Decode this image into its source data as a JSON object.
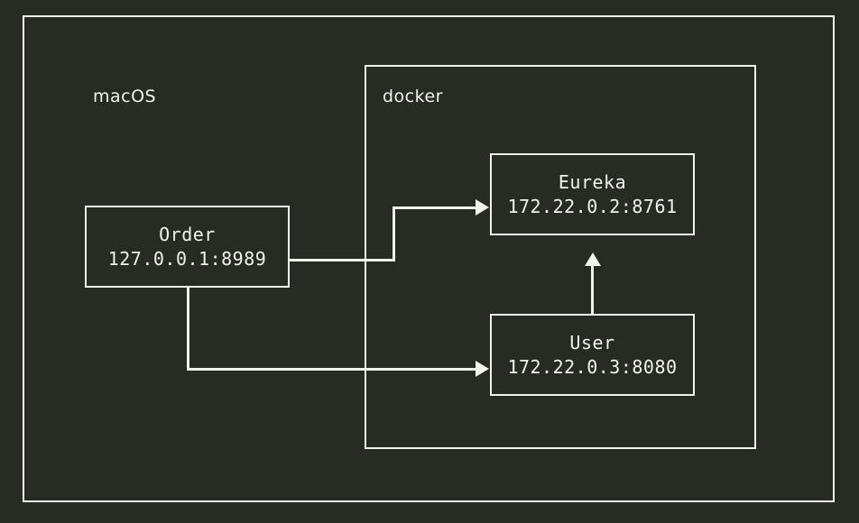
{
  "diagram": {
    "background_color": "#282a24",
    "line_color": "#f2f2ec",
    "containers": [
      {
        "id": "macos",
        "label": "macOS"
      },
      {
        "id": "docker",
        "label": "docker"
      }
    ],
    "nodes": [
      {
        "id": "order",
        "name": "Order",
        "address": "127.0.0.1:8989"
      },
      {
        "id": "eureka",
        "name": "Eureka",
        "address": "172.22.0.2:8761"
      },
      {
        "id": "user",
        "name": "User",
        "address": "172.22.0.3:8080"
      }
    ],
    "connections": [
      {
        "id": "order-to-eureka",
        "from": "order",
        "to": "eureka",
        "style": "orthogonal",
        "arrowhead": "right"
      },
      {
        "id": "order-to-user",
        "from": "order",
        "to": "user",
        "style": "orthogonal",
        "arrowhead": "right"
      },
      {
        "id": "user-to-eureka",
        "from": "user",
        "to": "eureka",
        "style": "vertical",
        "arrowhead": "up"
      }
    ]
  }
}
